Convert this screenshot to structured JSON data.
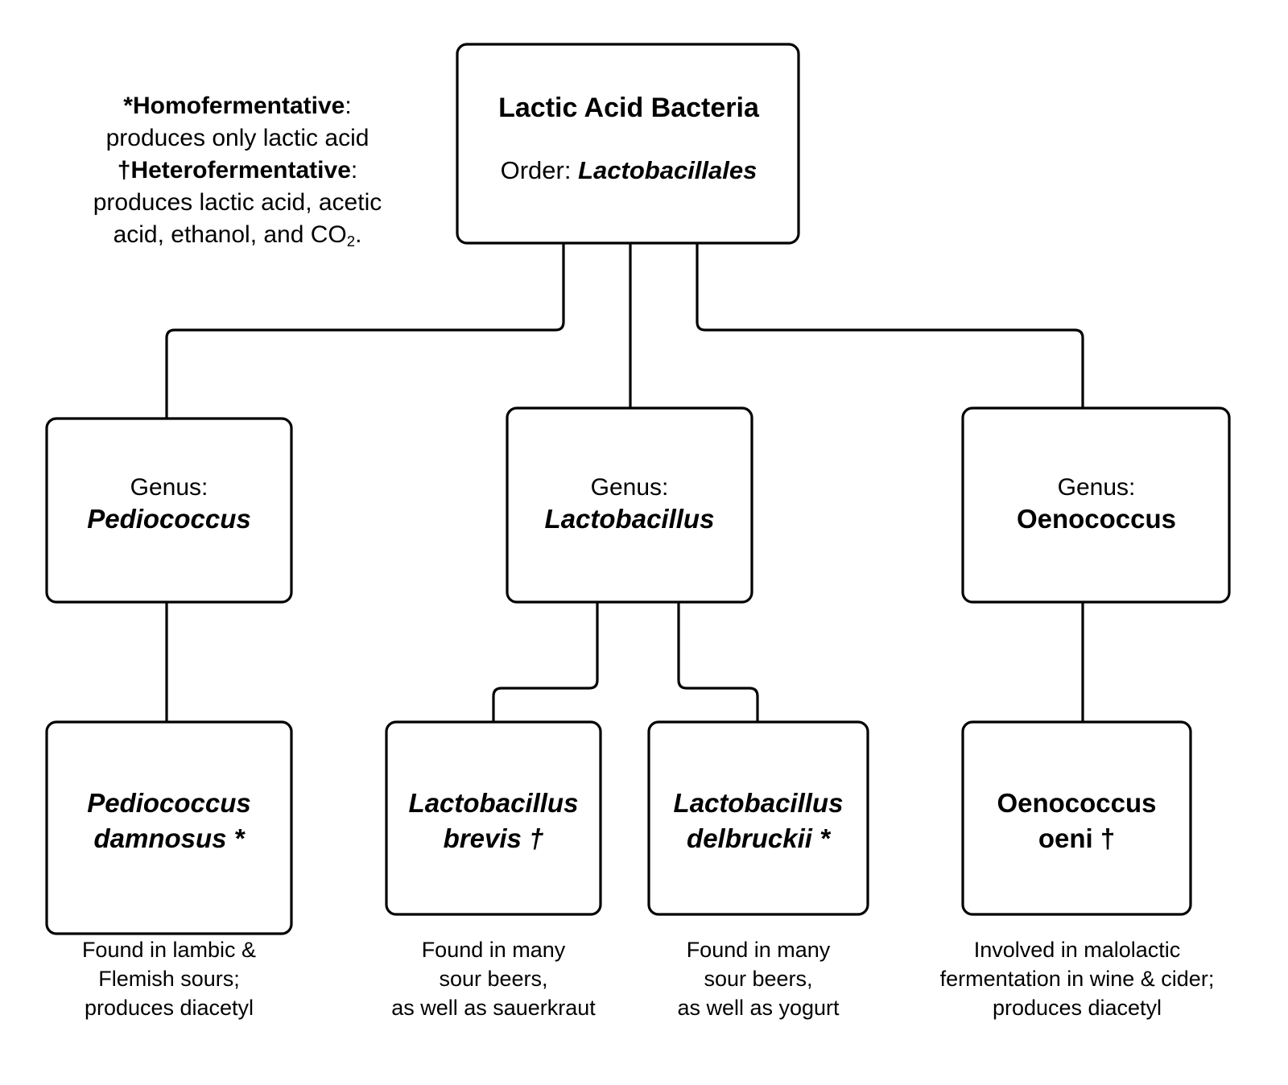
{
  "diagram": {
    "title": "Lactic Acid Bacteria taxonomy chart",
    "legend": {
      "homo_term": "*Homofermentative",
      "homo_sep": ":",
      "homo_desc": "produces only lactic acid",
      "hetero_term": "†Heterofermentative",
      "hetero_sep": ":",
      "hetero_desc_line1": "produces lactic acid, acetic",
      "hetero_desc_line2_pre": "acid, ethanol, and CO",
      "hetero_desc_sub": "2",
      "hetero_desc_line2_post": "."
    },
    "root": {
      "title": "Lactic Acid Bacteria",
      "rank_label": "Order:",
      "rank_name": "Lactobacillales"
    },
    "genera": [
      {
        "rank_label": "Genus:",
        "name": "Pediococcus",
        "italic": true
      },
      {
        "rank_label": "Genus:",
        "name": "Lactobacillus",
        "italic": true
      },
      {
        "rank_label": "Genus:",
        "name": "Oenococcus",
        "italic": false
      }
    ],
    "species": [
      {
        "line1": "Pediococcus",
        "line2": "damnosus *",
        "italic": true,
        "marker": "*",
        "caption_line1": "Found in lambic &",
        "caption_line2": "Flemish sours;",
        "caption_line3": "produces diacetyl"
      },
      {
        "line1": "Lactobacillus",
        "line2": "brevis †",
        "italic": true,
        "marker": "†",
        "caption_line1": "Found in many",
        "caption_line2": "sour beers,",
        "caption_line3": "as well as sauerkraut"
      },
      {
        "line1": "Lactobacillus",
        "line2": "delbruckii *",
        "italic": true,
        "marker": "*",
        "caption_line1": "Found in many",
        "caption_line2": "sour beers,",
        "caption_line3": "as well as yogurt"
      },
      {
        "line1": "Oenococcus",
        "line2": "oeni †",
        "italic": false,
        "marker": "†",
        "caption_line1": "Involved in malolactic",
        "caption_line2": "fermentation in wine & cider;",
        "caption_line3": "produces diacetyl"
      }
    ],
    "colors": {
      "background": "#ffffff",
      "stroke": "#000000",
      "text": "#000000"
    }
  }
}
